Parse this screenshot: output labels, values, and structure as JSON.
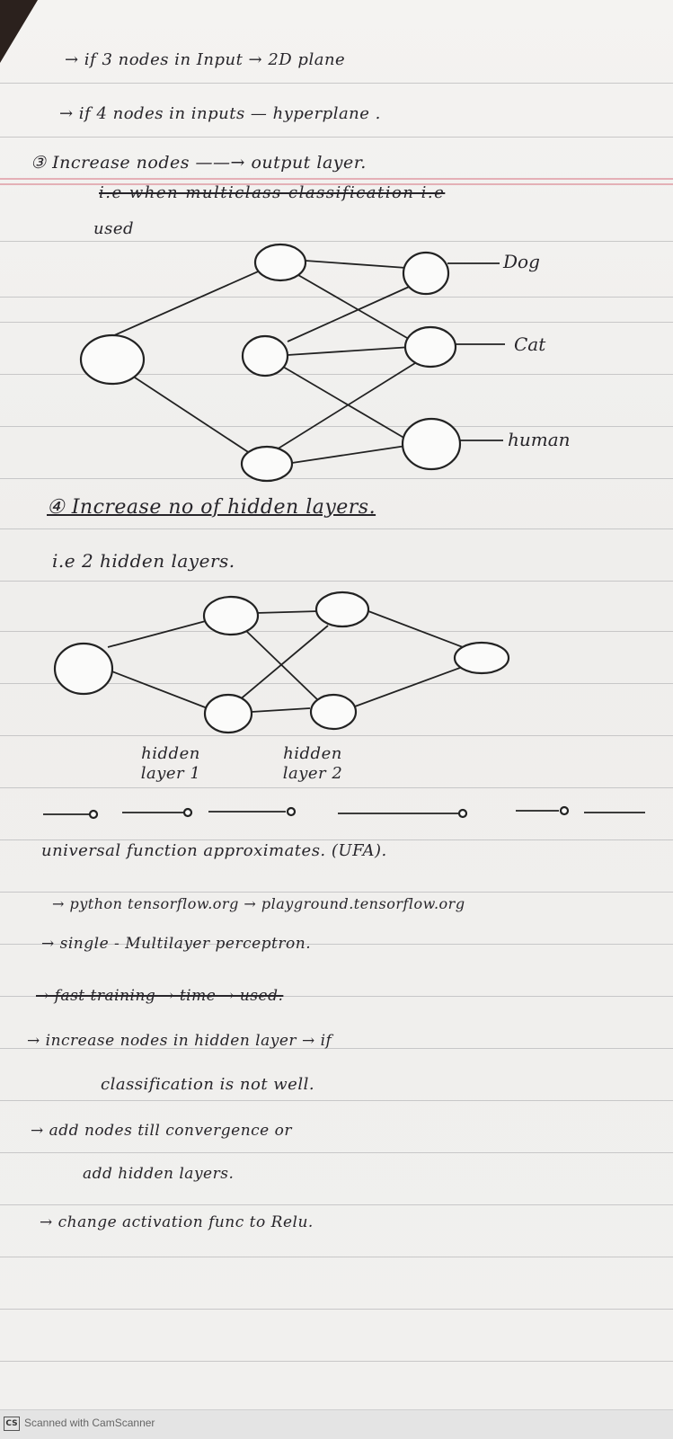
{
  "notes": {
    "line1": "→ if   3 nodes   in Input → 2D plane",
    "line2": "→ if 4 nodes   in inputs — hyperplane .",
    "line3": "③ Increase nodes ——→ output layer.",
    "line4": "i.e  when  multiclass  classification   i.e",
    "line5": "used"
  },
  "diagram1": {
    "outputs": [
      "Dog",
      "Cat",
      "human"
    ]
  },
  "section4": {
    "heading": "④ Increase no of hidden layers.",
    "subheading": "i.e   2 hidden layers."
  },
  "diagram2": {
    "label_hidden1": "hidden layer 1",
    "label_hidden2": "hidden layer 2"
  },
  "bottom_notes": {
    "ufa": "universal   function   approximates. (UFA).",
    "python": "→ python tensorflow.org → playground.tensorflow.org",
    "mlp": "→ single - Multilayer perceptron.",
    "fast": "→ fast training → time → used.",
    "increase1": "→ increase nodes in   hidden layer → if",
    "increase2": "classification   is   not  well.",
    "add1": "→ add   nodes   till  convergence   or",
    "add2": "add   hidden layers.",
    "relu": "→ change  activation  func  to  Relu."
  },
  "footer": {
    "logo": "CS",
    "text": "Scanned with CamScanner"
  }
}
